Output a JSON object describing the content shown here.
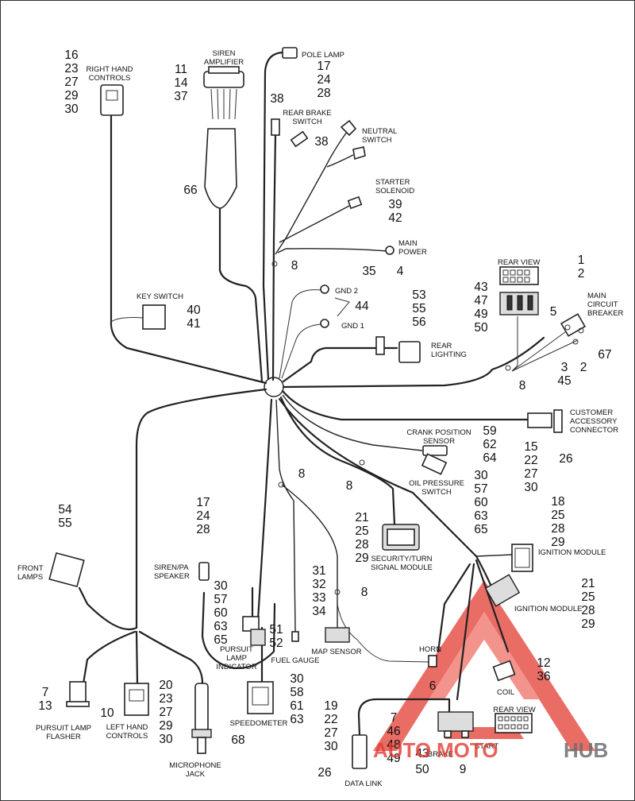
{
  "labels": {
    "pole_lamp": "POLE LAMP",
    "siren_amplifier": [
      "SIREN",
      "AMPLIFIER"
    ],
    "right_hand_controls": [
      "RIGHT HAND",
      "CONTROLS"
    ],
    "rear_brake_switch": [
      "REAR BRAKE",
      "SWITCH"
    ],
    "neutral_switch": [
      "NEUTRAL",
      "SWITCH"
    ],
    "starter_solenoid": [
      "STARTER",
      "SOLENOID"
    ],
    "main_power": [
      "MAIN",
      "POWER"
    ],
    "key_switch": "KEY SWITCH",
    "gnd2": "GND 2",
    "gnd1": "GND 1",
    "rear_view_top": "REAR VIEW",
    "main_circuit_breaker": [
      "MAIN",
      "CIRCUIT",
      "BREAKER"
    ],
    "rear_lighting": [
      "REAR",
      "LIGHTING"
    ],
    "customer_accessory": [
      "CUSTOMER",
      "ACCESSORY",
      "CONNECTOR"
    ],
    "crank_position": [
      "CRANK POSITION",
      "SENSOR"
    ],
    "oil_pressure": [
      "OIL PRESSURE",
      "SWITCH"
    ],
    "security_turn": [
      "SECURITY/TURN",
      "SIGNAL MODULE"
    ],
    "ignition_module_a": "IGNITION MODULE",
    "ignition_module_b": "IGNITION MODULE",
    "front_lamps": [
      "FRONT",
      "LAMPS"
    ],
    "siren_pa": [
      "SIREN/PA",
      "SPEAKER"
    ],
    "pursuit_lamp_indicator": [
      "PURSUIT",
      "LAMP",
      "INDICATOR"
    ],
    "fuel_gauge": "FUEL GAUGE",
    "map_sensor": "MAP SENSOR",
    "horn": "HORN",
    "coil": "COIL",
    "rear_view_bottom": "REAR VIEW",
    "pursuit_lamp_flasher": [
      "PURSUIT LAMP",
      "FLASHER"
    ],
    "left_hand_controls": [
      "LEFT HAND",
      "CONTROLS"
    ],
    "microphone_jack": [
      "MICROPHONE",
      "JACK"
    ],
    "speedometer": "SPEEDOMETER",
    "brake": "BRAKE",
    "start": "START",
    "data_link": "DATA LINK"
  },
  "numbers": {
    "rh_controls": [
      "16",
      "23",
      "27",
      "29",
      "30"
    ],
    "siren_amp": [
      "11",
      "14",
      "37"
    ],
    "pole_lamp": [
      "17",
      "24",
      "28"
    ],
    "rear_brake_top": "38",
    "rear_brake_side": "38",
    "amp_cable": "66",
    "starter": [
      "39",
      "42"
    ],
    "main_power": [
      "35",
      "4"
    ],
    "eight_upper": "8",
    "key_switch": [
      "40",
      "41"
    ],
    "gnd": "44",
    "rear_lighting": [
      "53",
      "55",
      "56"
    ],
    "rear_view_top": [
      "43",
      "47",
      "49",
      "50"
    ],
    "breaker_top": [
      "1",
      "2"
    ],
    "breaker_left": "5",
    "breaker_bottom": [
      "3",
      "45"
    ],
    "breaker_right_2": "2",
    "breaker_right_67": "67",
    "eight_right": "8",
    "customer_accessory": [
      "15",
      "22",
      "27",
      "30"
    ],
    "customer_accessory_26": "26",
    "crank": [
      "59",
      "62",
      "64"
    ],
    "oil": [
      "30",
      "57",
      "60",
      "63",
      "65"
    ],
    "eight_mid1": "8",
    "eight_mid2": "8",
    "security": [
      "21",
      "25",
      "28",
      "29"
    ],
    "ign_a": [
      "18",
      "25",
      "28",
      "29"
    ],
    "ign_b": [
      "21",
      "25",
      "28",
      "29"
    ],
    "front_lamps": [
      "54",
      "55"
    ],
    "siren_pa": [
      "17",
      "24",
      "28"
    ],
    "pursuit_indicator": [
      "30",
      "57",
      "60",
      "63",
      "65"
    ],
    "fuel": [
      "51",
      "52"
    ],
    "map_sensor": [
      "31",
      "32",
      "33",
      "34"
    ],
    "eight_map": "8",
    "horn": "6",
    "coil": [
      "12",
      "36"
    ],
    "flasher": [
      "7",
      "13"
    ],
    "flasher_10": "10",
    "lh_controls": [
      "20",
      "23",
      "27",
      "29",
      "30"
    ],
    "mic": "68",
    "speedo": [
      "30",
      "58",
      "61",
      "63"
    ],
    "data_link": [
      "19",
      "22",
      "27",
      "30"
    ],
    "data_link_26": "26",
    "brake_start": [
      "7",
      "46",
      "48",
      "49"
    ],
    "brake_43": "43",
    "brake_50": "50",
    "start_9": "9"
  },
  "watermark": {
    "prefix": "AUTO",
    "middle": "MOTO",
    "suffix": "HUB"
  },
  "colors": {
    "watermark_red": "#e23b32",
    "watermark_grey": "#6d6e71",
    "line": "#222222"
  }
}
